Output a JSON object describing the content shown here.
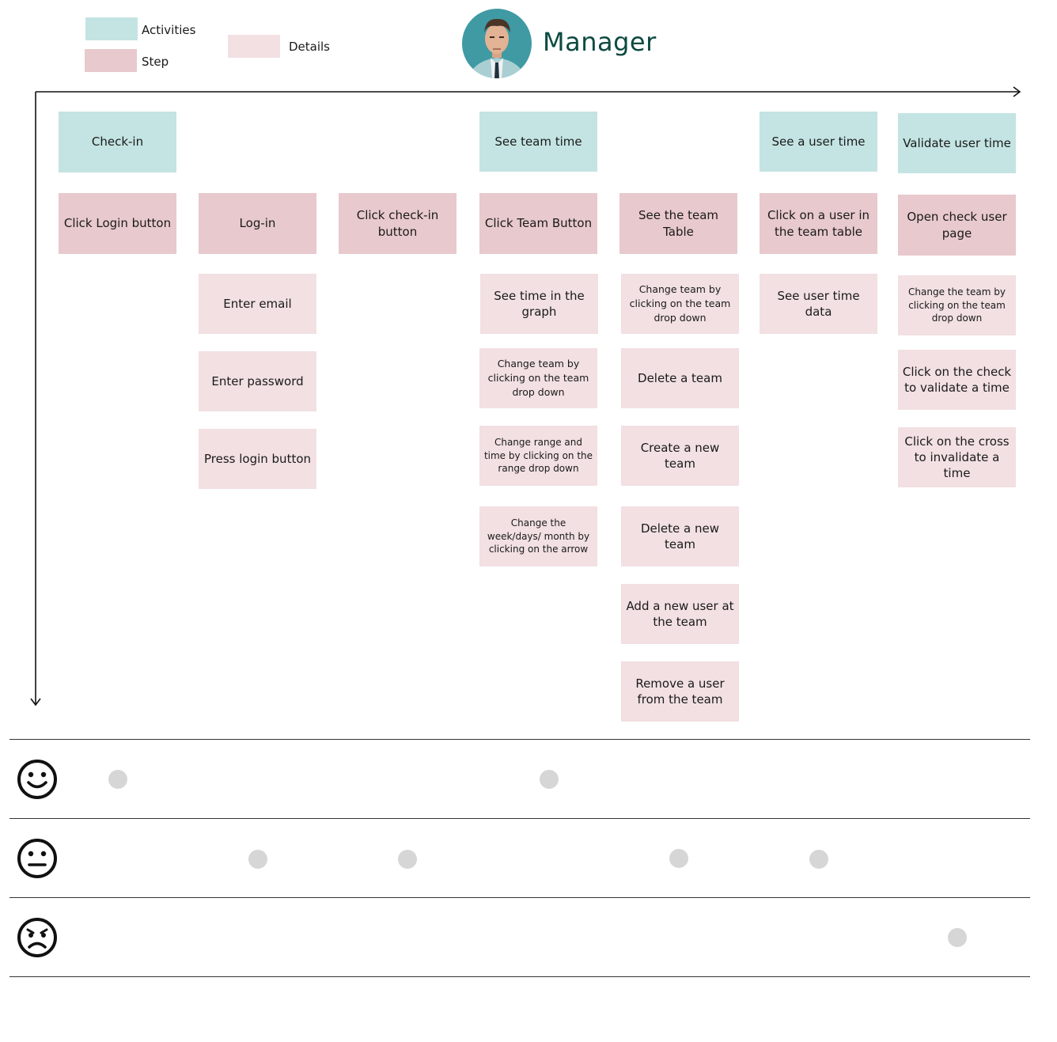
{
  "header": {
    "title": "Manager"
  },
  "legend": {
    "activities_label": "Activities",
    "step_label": "Step",
    "details_label": "Details",
    "colors": {
      "activities": "#c3e4e3",
      "step": "#e8c9cd",
      "details": "#f2e0e2"
    }
  },
  "columns": [
    {
      "activity": "Check-in",
      "step": "Click Login button",
      "details": []
    },
    {
      "activity": "",
      "step": "Log-in",
      "details": [
        "Enter email",
        "Enter password",
        "Press login button"
      ]
    },
    {
      "activity": "",
      "step": "Click check-in button",
      "details": []
    },
    {
      "activity": "See team time",
      "step": "Click Team Button",
      "details": [
        "See time in the graph",
        "Change team by clicking on the team drop down",
        "Change range and time by clicking on the range drop down",
        "Change the week/days/ month by clicking on the arrow"
      ]
    },
    {
      "activity": "",
      "step": "See the team Table",
      "details": [
        "Change team by clicking on the team drop down",
        "Delete a team",
        "Create a new team",
        "Delete a new team",
        "Add a new user at the team",
        "Remove a user from the team"
      ]
    },
    {
      "activity": "See a user time",
      "step": "Click on a user in the team table",
      "details": [
        "See user time data"
      ]
    },
    {
      "activity": "Validate user time",
      "step": "Open check user page",
      "details": [
        "Change the team by clicking on the team drop down",
        "Click on the check to validate a time",
        "Click on the cross to invalidate a time"
      ]
    }
  ],
  "emotion_rows": [
    {
      "mood": "happy",
      "icon": "smiley-face-icon",
      "points_in_columns": [
        1,
        4
      ]
    },
    {
      "mood": "neutral",
      "icon": "neutral-face-icon",
      "points_in_columns": [
        2,
        3,
        5,
        6
      ]
    },
    {
      "mood": "sad",
      "icon": "sad-face-icon",
      "points_in_columns": [
        7
      ]
    }
  ]
}
